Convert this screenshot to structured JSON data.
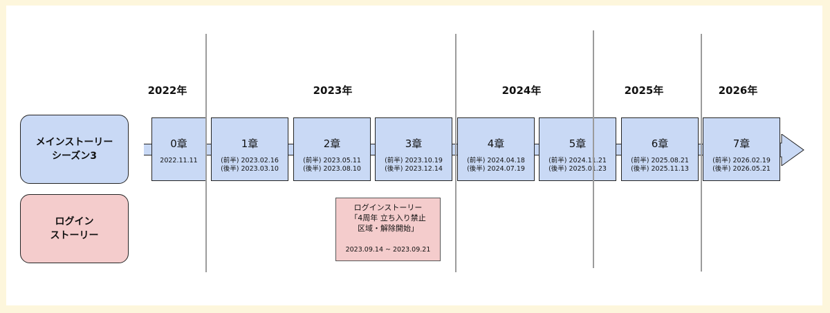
{
  "years": [
    "2022年",
    "2023年",
    "2024年",
    "2025年",
    "2026年"
  ],
  "rows": [
    {
      "lines": [
        "メインストーリー",
        "シーズン3"
      ],
      "color": "#c9d9f5"
    },
    {
      "lines": [
        "ログイン",
        "ストーリー"
      ],
      "color": "#f4cccc"
    }
  ],
  "chapters": [
    {
      "title": "0章",
      "dates": [
        "2022.11.11"
      ]
    },
    {
      "title": "1章",
      "dates": [
        "(前半) 2023.02.16",
        "(後半) 2023.03.10"
      ]
    },
    {
      "title": "2章",
      "dates": [
        "(前半) 2023.05.11",
        "(後半) 2023.08.10"
      ]
    },
    {
      "title": "3章",
      "dates": [
        "(前半) 2023.10.19",
        "(後半) 2023.12.14"
      ]
    },
    {
      "title": "4章",
      "dates": [
        "(前半) 2024.04.18",
        "(後半) 2024.07.19"
      ]
    },
    {
      "title": "5章",
      "dates": [
        "(前半) 2024.11.21",
        "(後半) 2025.01.23"
      ]
    },
    {
      "title": "6章",
      "dates": [
        "(前半) 2025.08.21",
        "(後半) 2025.11.13"
      ]
    },
    {
      "title": "7章",
      "dates": [
        "(前半) 2026.02.19",
        "(後半) 2026.05.21"
      ]
    }
  ],
  "login_event": {
    "lines": [
      "ログインストーリー",
      "「4周年 立ち入り禁止",
      "区域・解除開始」"
    ],
    "dates": "2023.09.14 ~ 2023.09.21"
  },
  "colors": {
    "main": "#c9d9f5",
    "login": "#f4cccc",
    "background": "#fdf6dc"
  }
}
